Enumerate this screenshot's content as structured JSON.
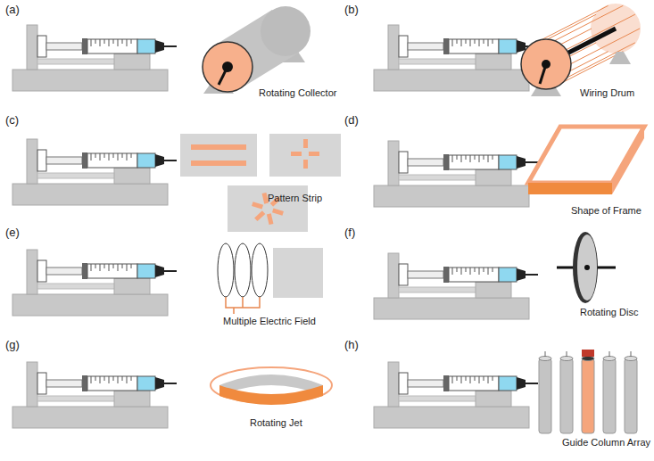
{
  "diagram": {
    "labels": [
      "(a)",
      "Rotating Collector",
      "(b)",
      "Wiring Drum",
      "(c)",
      "Pattern Strip",
      "(d)",
      "Shape of Frame",
      "(e)",
      "Multiple Electric Field",
      "(f)",
      "Rotating Disc",
      "(g)",
      "Rotating Jet",
      "(h)",
      "Guide Column Array"
    ]
  }
}
